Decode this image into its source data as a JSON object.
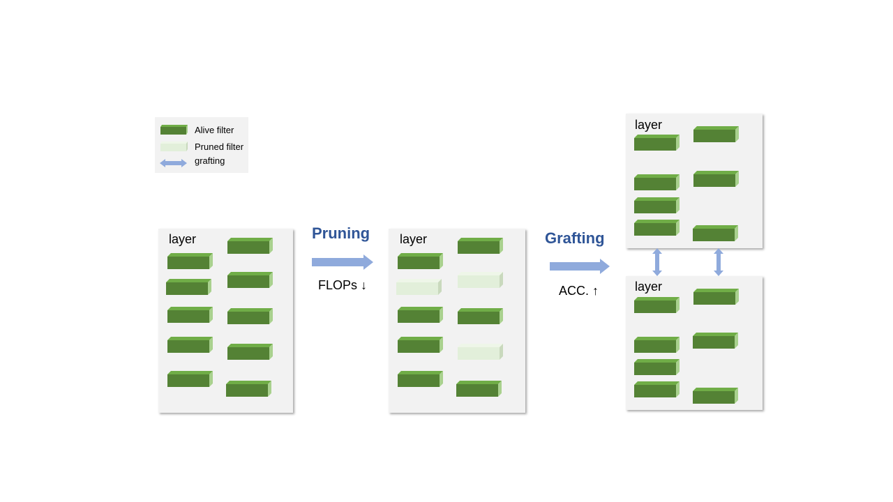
{
  "colors": {
    "alive_front": "#548235",
    "alive_top": "#70ad47",
    "alive_side": "#a9d18e",
    "pruned_front": "#e2efda",
    "pruned_top": "#eef6e8",
    "pruned_side": "#c9d9bd",
    "arrow": "#8faadc",
    "step_title": "#2f5597",
    "panel_bg": "#f2f2f2"
  },
  "legend": {
    "alive_label": "Alive filter",
    "pruned_label": "Pruned filter",
    "grafting_label": "grafting",
    "alive_icon": "alive-filter-block-icon",
    "pruned_icon": "pruned-filter-block-icon",
    "grafting_icon": "double-arrow-icon"
  },
  "panels": {
    "original": {
      "label": "layer"
    },
    "pruned": {
      "label": "layer"
    },
    "grafted_top": {
      "label": "layer"
    },
    "grafted_bottom": {
      "label": "layer"
    }
  },
  "steps": {
    "pruning": {
      "title": "Pruning",
      "metric": "FLOPs ↓"
    },
    "grafting": {
      "title": "Grafting",
      "metric": "ACC. ↑"
    }
  }
}
